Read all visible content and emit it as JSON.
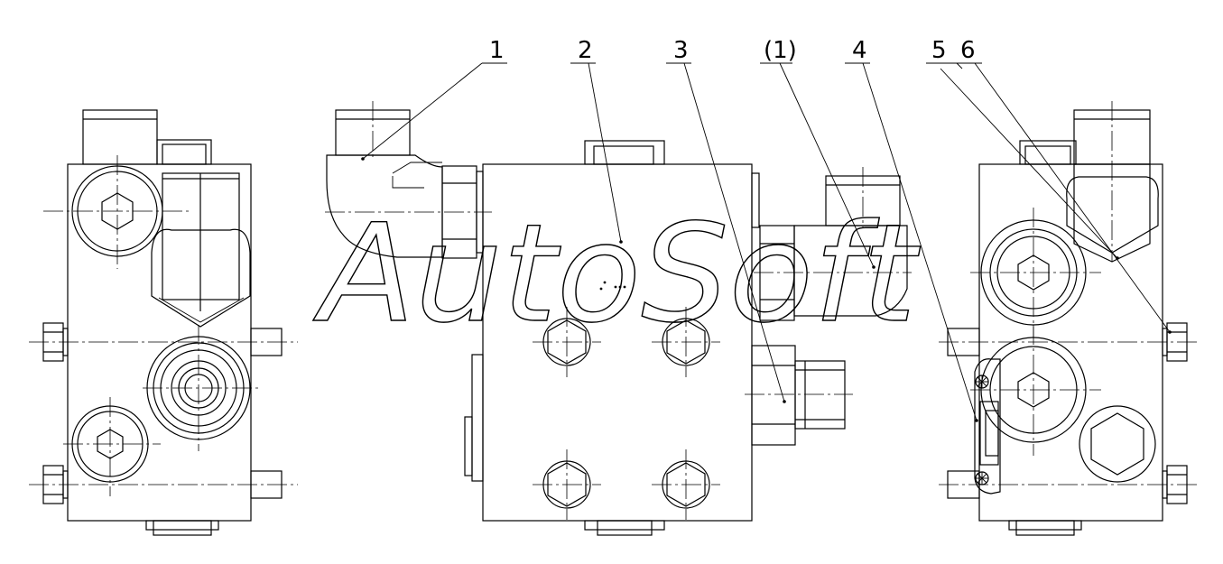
{
  "watermark": "AutoSoft",
  "callouts": [
    {
      "id": "c1",
      "label": "1"
    },
    {
      "id": "c2",
      "label": "2"
    },
    {
      "id": "c3",
      "label": "3"
    },
    {
      "id": "c1b",
      "label": "(1)"
    },
    {
      "id": "c4",
      "label": "4"
    },
    {
      "id": "c5",
      "label": "5"
    },
    {
      "id": "c6",
      "label": "6"
    }
  ]
}
